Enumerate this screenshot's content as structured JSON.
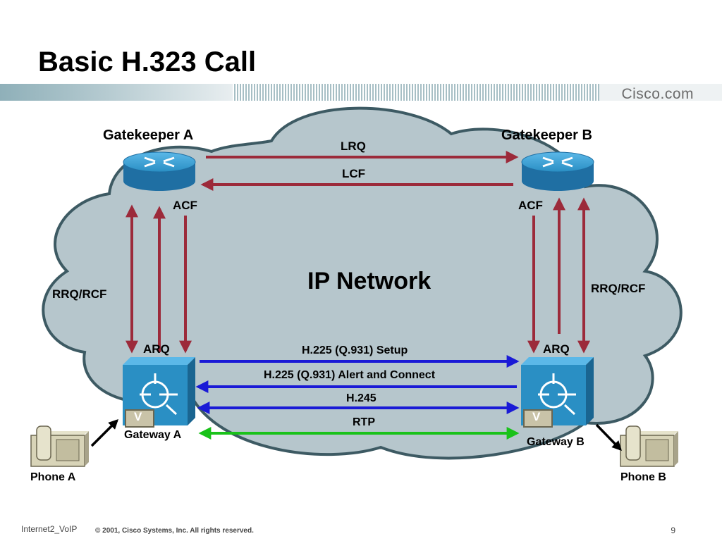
{
  "slide": {
    "title": "Basic H.323 Call",
    "logo": "Cisco.com",
    "footer_left": "Internet2_VoIP",
    "footer_copyright": "© 2001, Cisco Systems, Inc. All rights reserved.",
    "page_number": "9"
  },
  "diagram": {
    "cloud_label": "IP Network",
    "nodes": {
      "gatekeeper_a": "Gatekeeper A",
      "gatekeeper_b": "Gatekeeper B",
      "gateway_a": "Gateway A",
      "gateway_b": "Gateway B",
      "phone_a": "Phone A",
      "phone_b": "Phone B",
      "voice_badge": "V"
    },
    "messages": {
      "lrq": "LRQ",
      "lcf": "LCF",
      "acf_a": "ACF",
      "acf_b": "ACF",
      "rrq_rcf_a": "RRQ/RCF",
      "rrq_rcf_b": "RRQ/RCF",
      "arq_a": "ARQ",
      "arq_b": "ARQ",
      "setup": "H.225 (Q.931) Setup",
      "alert_connect": "H.225 (Q.931) Alert and Connect",
      "h245": "H.245",
      "rtp": "RTP"
    }
  },
  "colors": {
    "ras_arrow": "#9c2a3a",
    "signaling_arrow": "#1a1ad6",
    "rtp_arrow": "#19c219",
    "cloud_fill": "#b6c6cc",
    "cloud_stroke": "#3d5a63",
    "device_blue": "#2a8fc4"
  }
}
